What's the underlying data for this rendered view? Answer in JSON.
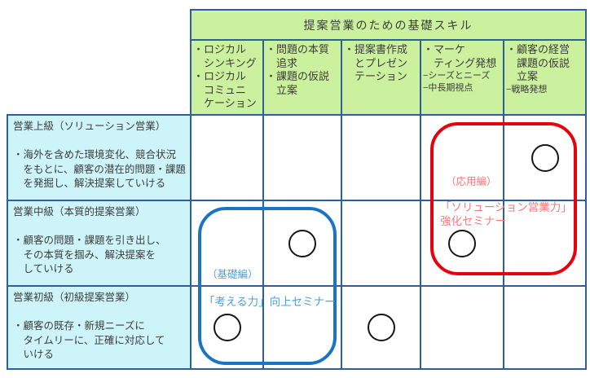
{
  "table": {
    "top_header": "提案営業のための基礎スキル",
    "column_headers": [
      [
        "・ロジカル",
        "　シンキング",
        "・ロジカル",
        "　コミュニ",
        "　ケーション"
      ],
      [
        "・問題の本質",
        "　追求",
        "・課題の仮説",
        "　立案"
      ],
      [
        "・提案書作成",
        "　とプレゼン",
        "　テーション"
      ],
      [
        "・マーケ",
        "　ティング発想",
        "−シーズとニーズ",
        "−中長期視点"
      ],
      [
        "・顧客の経営",
        "　課題の仮説",
        "　立案",
        "−戦略発想"
      ]
    ],
    "row_headers": [
      "営業上級（ソリューション営業）\n\n・海外を含めた環境変化、競合状況\n　をもとに、顧客の潜在的問題・課題\n　を発掘し、解決提案していける",
      "営業中級（本質的提案営業）\n\n・顧客の問題・課題を引き出し、\n　その本質を掴み、解決提案を\n　していける",
      "営業初級（初級提案営業）\n\n・顧客の既存・新規ニーズに\n　タイムリーに、正確に対応して\n　いける"
    ],
    "marks": [
      {
        "row": 1,
        "col": 5
      },
      {
        "row": 2,
        "col": 2
      },
      {
        "row": 2,
        "col": 4
      },
      {
        "row": 3,
        "col": 1
      },
      {
        "row": 3,
        "col": 3
      }
    ]
  },
  "annotations": {
    "advanced_label": "（応用編）",
    "advanced_seminar": "「ソリューション営業力」\n強化セミナー",
    "basic_label": "（基礎編）",
    "basic_seminar": "「考える力」向上セミナー"
  },
  "colors": {
    "header_green": "#cbf19e",
    "row_cyan": "#cdf4f9",
    "grid_blue": "#2e5f9b",
    "advanced_rect_red": "#e8000d",
    "advanced_text_red": "#f27b7b",
    "basic_rect_blue": "#1b74c2",
    "basic_text_blue": "#4ba0d8",
    "circle_black": "#151515"
  }
}
